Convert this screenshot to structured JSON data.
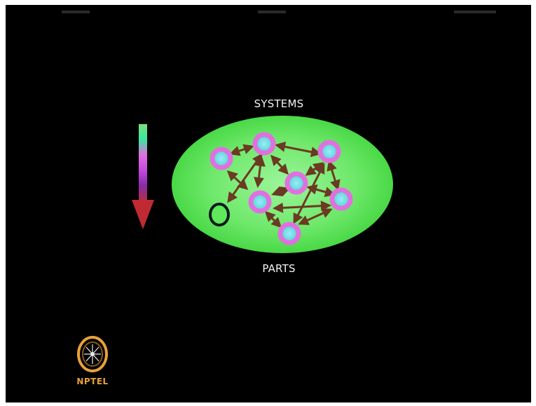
{
  "diagram": {
    "top_label": "SYSTEMS",
    "bottom_label": "PARTS",
    "colors": {
      "background": "#000000",
      "ellipse": "#5ee85a",
      "node_ring": "#e070e0",
      "node_core": "#5ae6d0",
      "arrow": "#6b3a22",
      "highlight_circle": "#1c2a55"
    },
    "gradient_arrow": {
      "direction": "down",
      "colors": [
        "#7ee07a",
        "#3ae6a0",
        "#d066e6",
        "#b83ad8",
        "#8a2aa8",
        "#c0323a"
      ]
    }
  },
  "logo": {
    "text": "NPTEL",
    "color": "#e8a13a"
  }
}
